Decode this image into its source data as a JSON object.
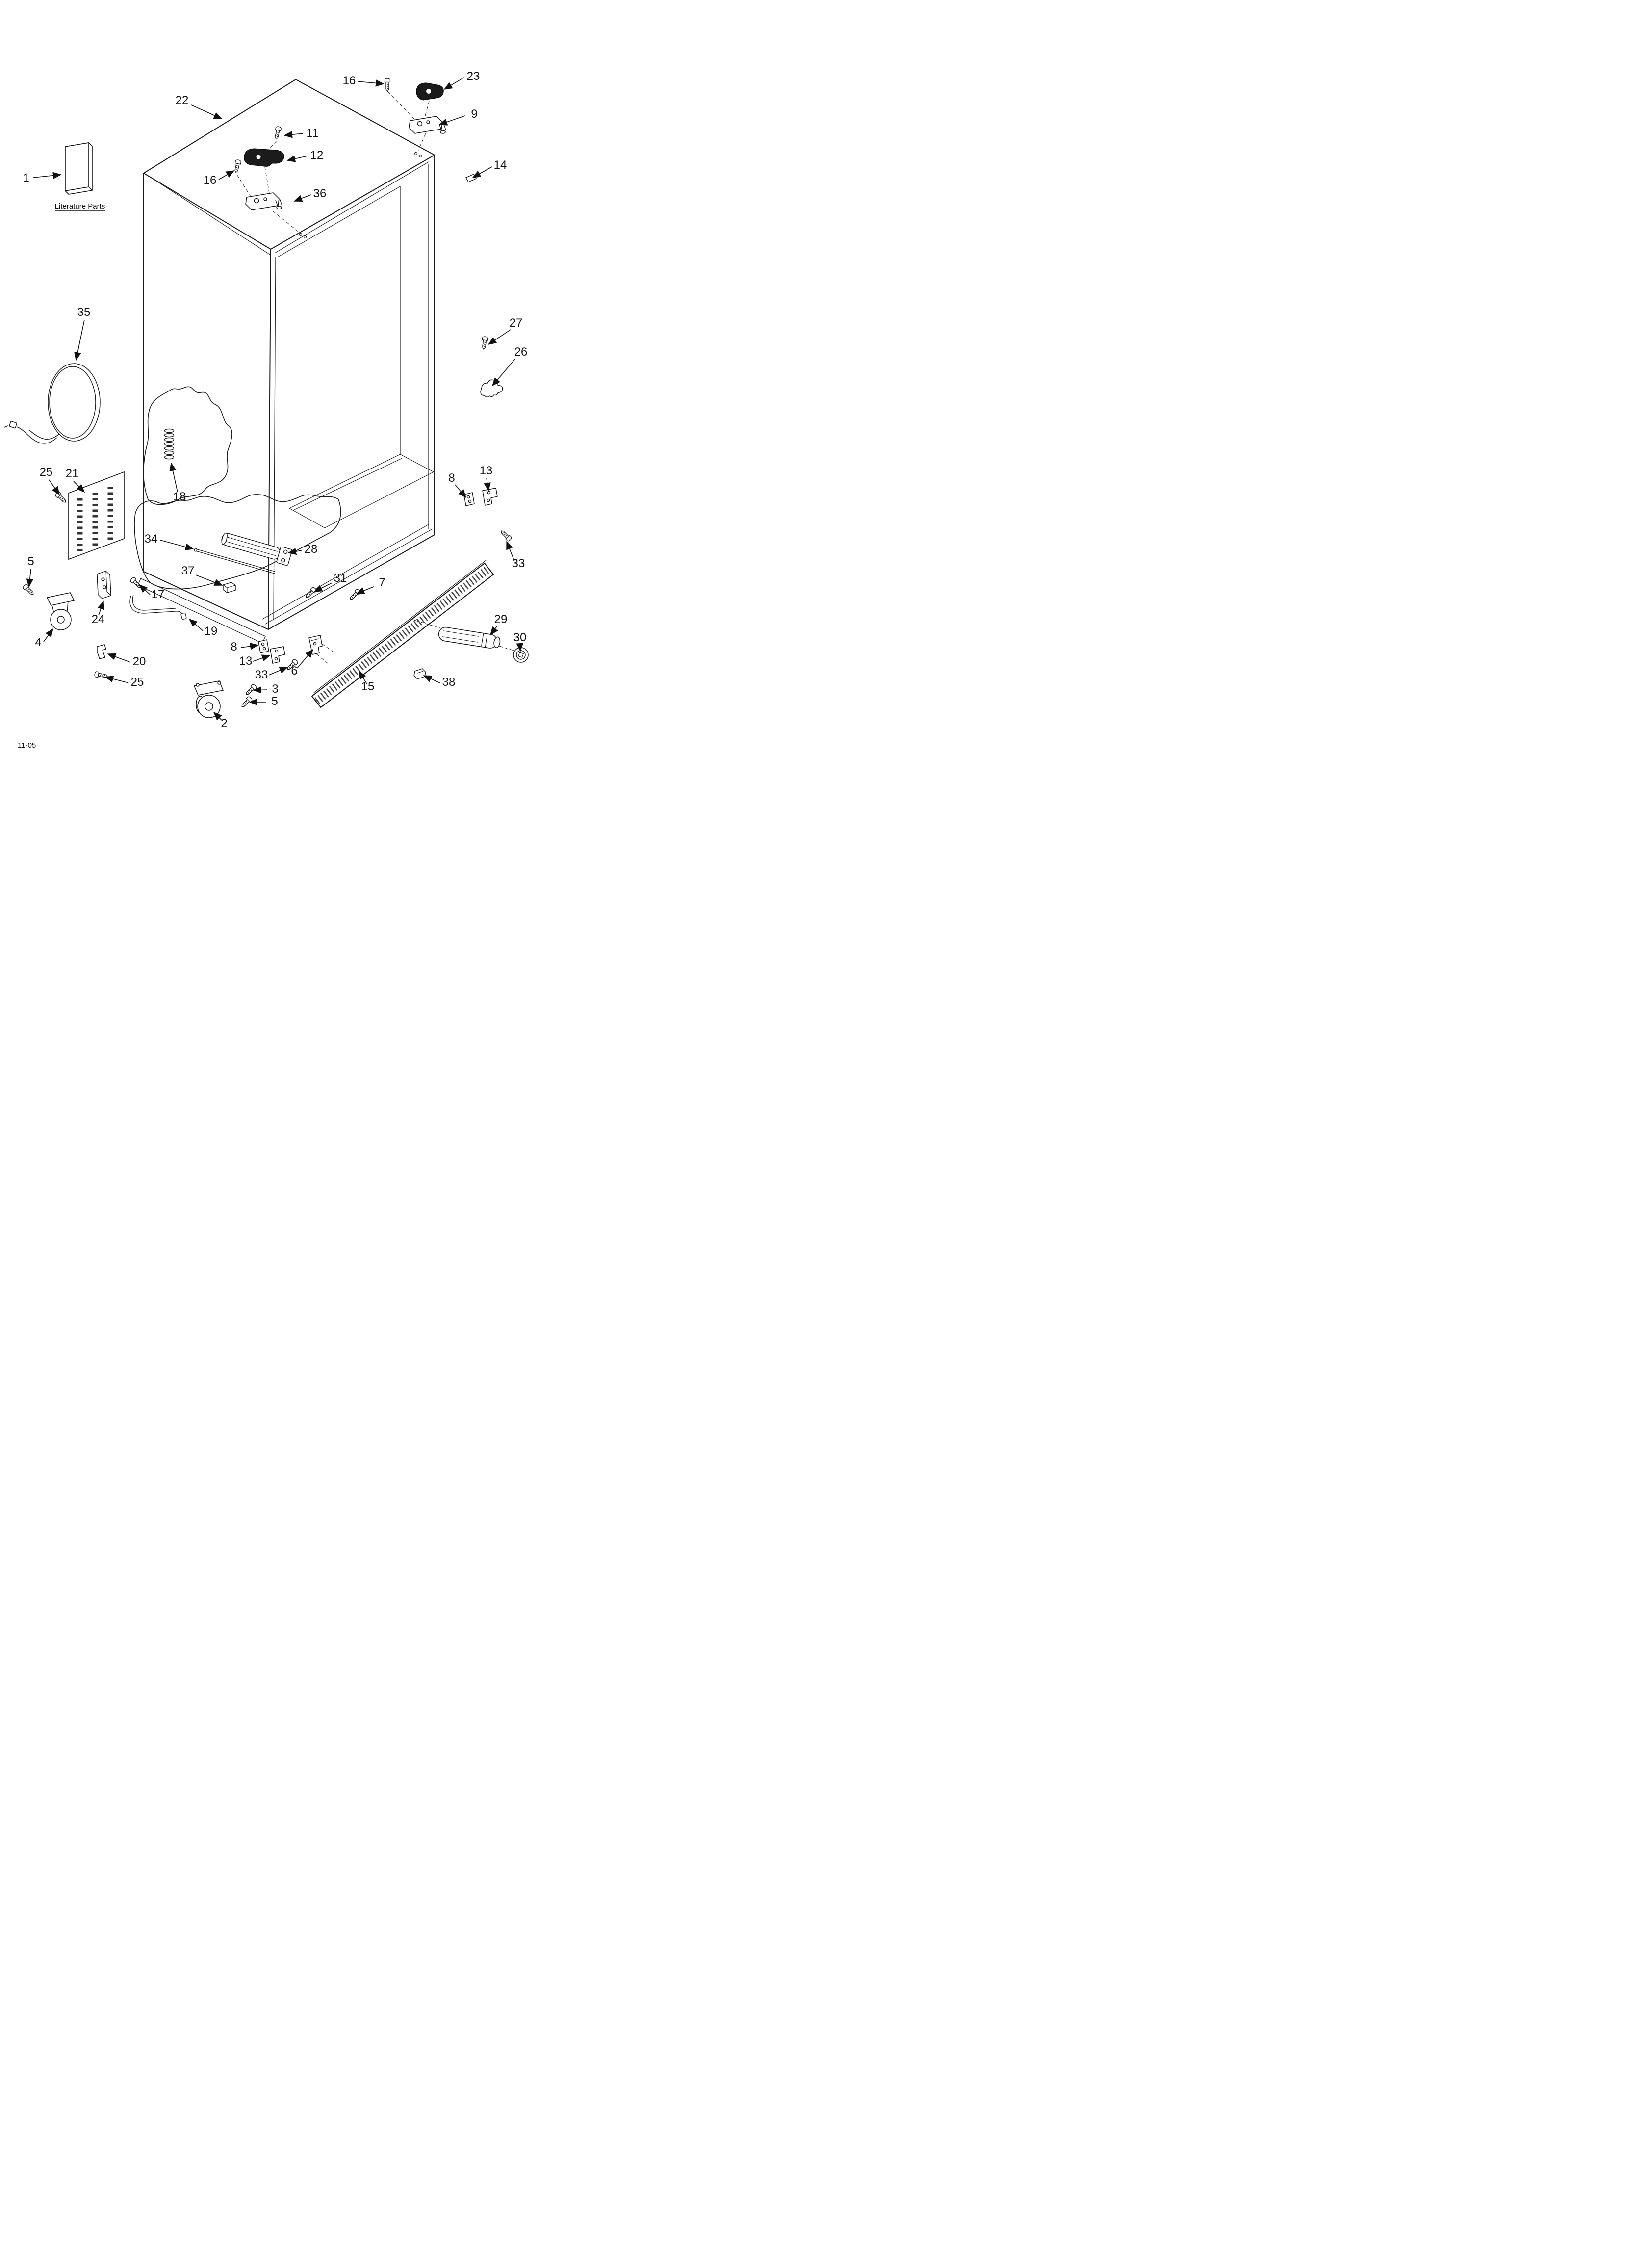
{
  "meta": {
    "footer_code": "11-05"
  },
  "literature": {
    "label": "Literature Parts"
  },
  "diagram": {
    "type": "exploded-parts-diagram",
    "subject": "refrigerator cabinet"
  },
  "callouts": [
    {
      "id": "16-top",
      "label": "16"
    },
    {
      "id": "23",
      "label": "23"
    },
    {
      "id": "9",
      "label": "9"
    },
    {
      "id": "22",
      "label": "22"
    },
    {
      "id": "11",
      "label": "11"
    },
    {
      "id": "12",
      "label": "12"
    },
    {
      "id": "16-mid",
      "label": "16"
    },
    {
      "id": "36",
      "label": "36"
    },
    {
      "id": "14",
      "label": "14"
    },
    {
      "id": "1",
      "label": "1"
    },
    {
      "id": "35",
      "label": "35"
    },
    {
      "id": "27",
      "label": "27"
    },
    {
      "id": "26",
      "label": "26"
    },
    {
      "id": "25-left",
      "label": "25"
    },
    {
      "id": "21",
      "label": "21"
    },
    {
      "id": "18",
      "label": "18"
    },
    {
      "id": "8-right",
      "label": "8"
    },
    {
      "id": "13-right",
      "label": "13"
    },
    {
      "id": "33-right",
      "label": "33"
    },
    {
      "id": "34",
      "label": "34"
    },
    {
      "id": "28",
      "label": "28"
    },
    {
      "id": "37",
      "label": "37"
    },
    {
      "id": "31",
      "label": "31"
    },
    {
      "id": "7",
      "label": "7"
    },
    {
      "id": "5-left",
      "label": "5"
    },
    {
      "id": "17",
      "label": "17"
    },
    {
      "id": "24",
      "label": "24"
    },
    {
      "id": "4",
      "label": "4"
    },
    {
      "id": "19",
      "label": "19"
    },
    {
      "id": "8-bottom",
      "label": "8"
    },
    {
      "id": "13-bottom",
      "label": "13"
    },
    {
      "id": "33-bottom",
      "label": "33"
    },
    {
      "id": "6",
      "label": "6"
    },
    {
      "id": "20",
      "label": "20"
    },
    {
      "id": "25-bottom",
      "label": "25"
    },
    {
      "id": "3",
      "label": "3"
    },
    {
      "id": "5-bottom",
      "label": "5"
    },
    {
      "id": "2",
      "label": "2"
    },
    {
      "id": "15",
      "label": "15"
    },
    {
      "id": "38",
      "label": "38"
    },
    {
      "id": "29",
      "label": "29"
    },
    {
      "id": "30",
      "label": "30"
    }
  ]
}
